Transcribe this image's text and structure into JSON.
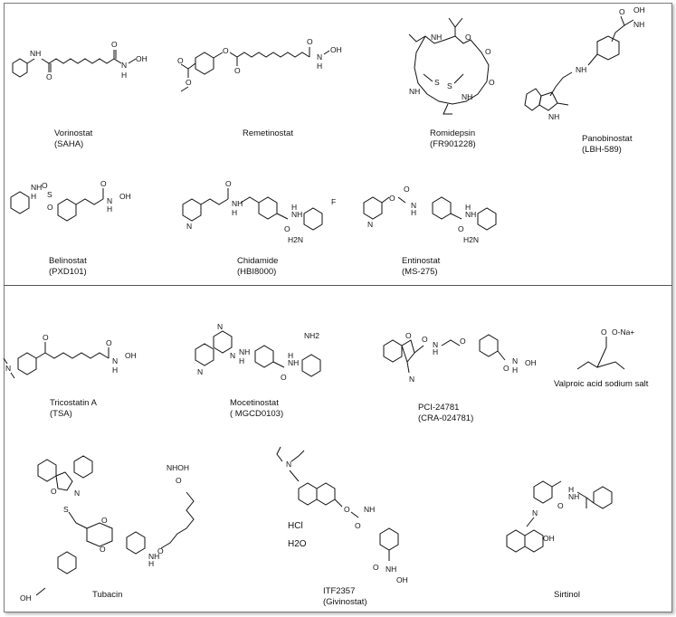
{
  "row1": [
    {
      "name": "Vorinostat",
      "alias": "(SAHA)"
    },
    {
      "name": "Remetinostat",
      "alias": ""
    },
    {
      "name": "Romidepsin",
      "alias": "(FR901228)"
    },
    {
      "name": "Panobinostat",
      "alias": "(LBH-589)"
    }
  ],
  "row2": [
    {
      "name": "Belinostat",
      "alias": "(PXD101)"
    },
    {
      "name": "Chidamide",
      "alias": "(HBI8000)"
    },
    {
      "name": "Entinostat",
      "alias": "(MS-275)"
    }
  ],
  "row3": [
    {
      "name": "Tricostatin A",
      "alias": "(TSA)"
    },
    {
      "name": "Mocetinostat",
      "alias": "( MGCD0103)"
    },
    {
      "name": "PCI-24781",
      "alias": "(CRA-024781)"
    },
    {
      "name": "Valproic acid sodium salt",
      "alias": ""
    }
  ],
  "row4": [
    {
      "name": "Tubacin",
      "alias": ""
    },
    {
      "name": "ITF2357",
      "alias": "(Givinostat)"
    },
    {
      "name": "Sirtinol",
      "alias": ""
    }
  ],
  "atoms": {
    "nh": "NH",
    "n": "N",
    "h": "H",
    "oh": "OH",
    "o": "O",
    "s": "S",
    "f": "F",
    "h2n": "H2N",
    "nh2": "NH2",
    "nhoh": "NHOH",
    "ona": "O-Na+",
    "so2": "S",
    "ss": "S–S"
  },
  "notes": {
    "hcl": "HCl",
    "h2o": "H2O"
  }
}
